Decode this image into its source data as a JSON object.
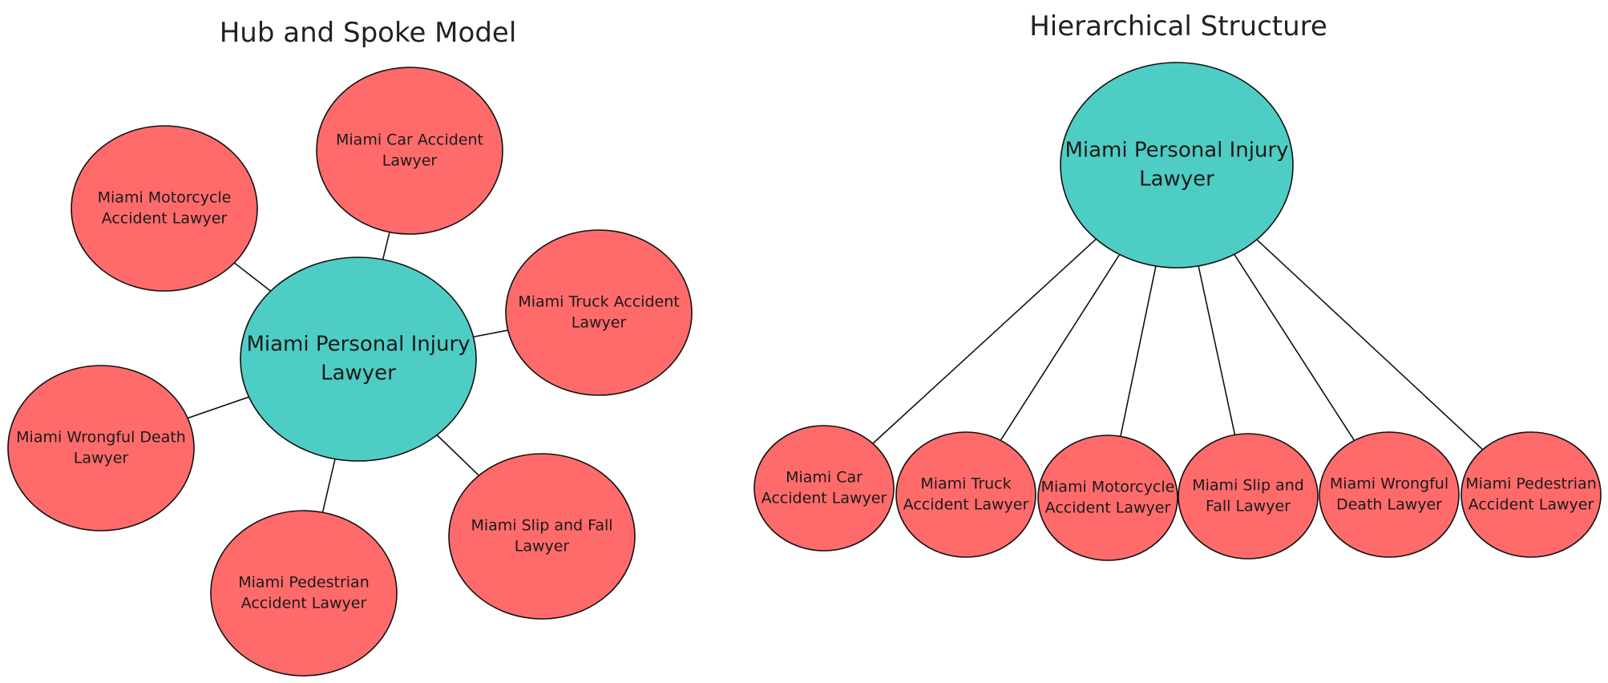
{
  "colors": {
    "hub": "#4ECDC4",
    "spoke": "#FF6B6B",
    "line": "#111111"
  },
  "hub_spoke": {
    "title": "Hub and Spoke Model",
    "center": {
      "lines": [
        "Miami Personal Injury",
        "Lawyer"
      ]
    },
    "nodes": [
      {
        "id": "car",
        "lines": [
          "Miami Car Accident",
          "Lawyer"
        ]
      },
      {
        "id": "motorcycle",
        "lines": [
          "Miami Motorcycle",
          "Accident Lawyer"
        ]
      },
      {
        "id": "truck",
        "lines": [
          "Miami Truck Accident",
          "Lawyer"
        ]
      },
      {
        "id": "wrongful-death",
        "lines": [
          "Miami Wrongful Death",
          "Lawyer"
        ]
      },
      {
        "id": "slip-fall",
        "lines": [
          "Miami Slip and Fall",
          "Lawyer"
        ]
      },
      {
        "id": "pedestrian",
        "lines": [
          "Miami Pedestrian",
          "Accident Lawyer"
        ]
      }
    ]
  },
  "hierarchy": {
    "title": "Hierarchical Structure",
    "root": {
      "lines": [
        "Miami Personal Injury",
        "Lawyer"
      ]
    },
    "children": [
      {
        "id": "car",
        "lines": [
          "Miami Car",
          "Accident Lawyer"
        ]
      },
      {
        "id": "truck",
        "lines": [
          "Miami Truck",
          "Accident Lawyer"
        ]
      },
      {
        "id": "motorcycle",
        "lines": [
          "Miami Motorcycle",
          "Accident Lawyer"
        ]
      },
      {
        "id": "slip-fall",
        "lines": [
          "Miami Slip and",
          "Fall Lawyer"
        ]
      },
      {
        "id": "wrongful-death",
        "lines": [
          "Miami Wrongful",
          "Death Lawyer"
        ]
      },
      {
        "id": "pedestrian",
        "lines": [
          "Miami Pedestrian",
          "Accident Lawyer"
        ]
      }
    ]
  }
}
